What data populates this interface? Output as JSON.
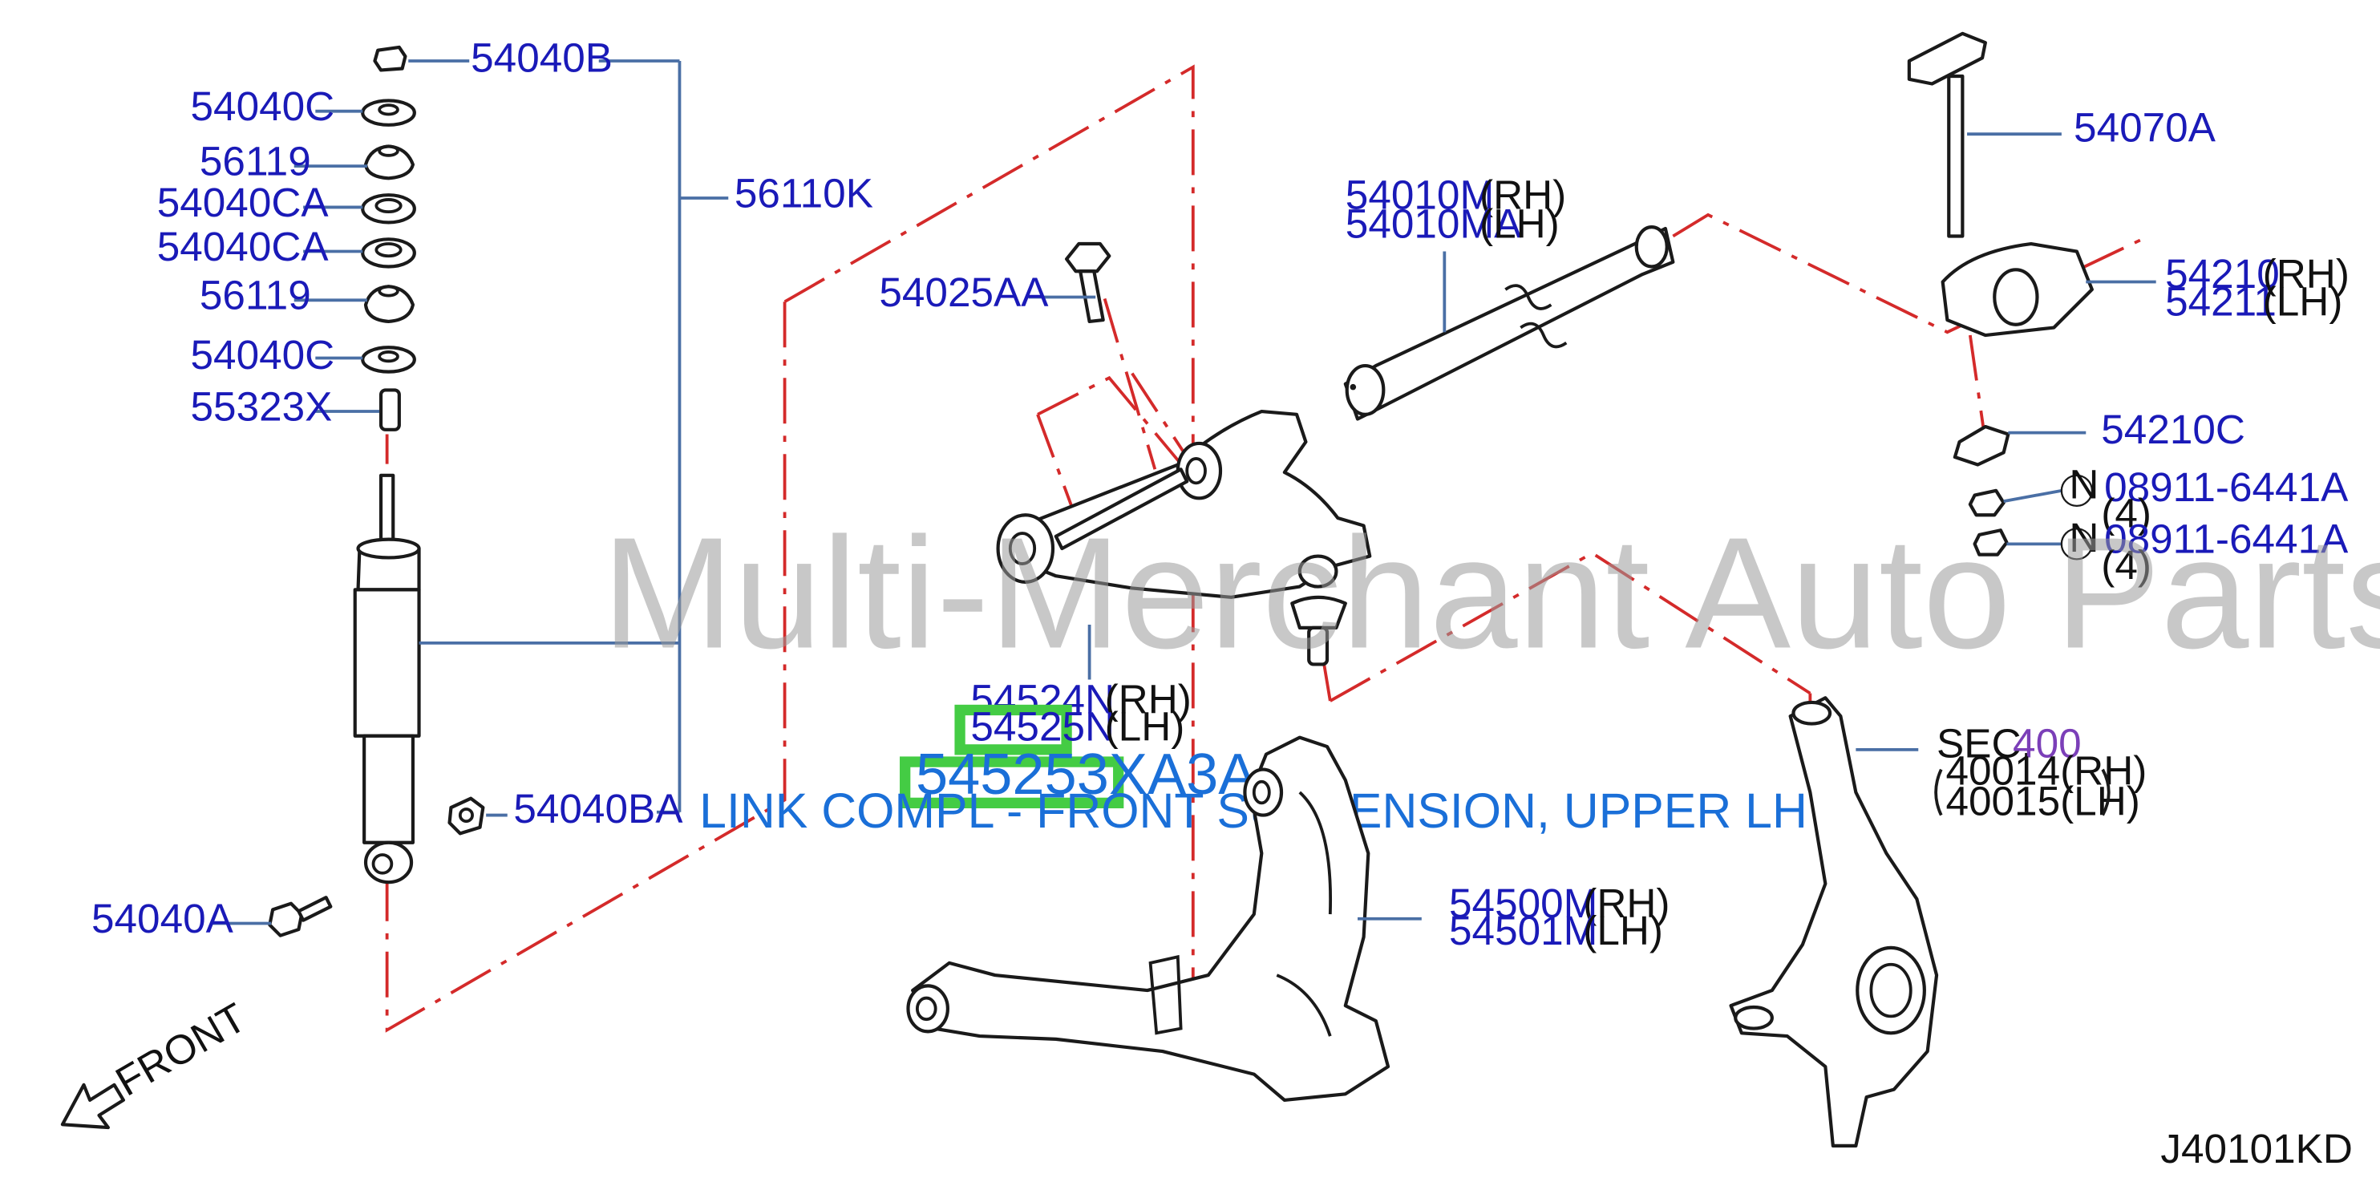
{
  "labels": {
    "p54040B": "54040B",
    "p54040C_1": "54040C",
    "p56119_1": "56119",
    "p54040CA_1": "54040CA",
    "p54040CA_2": "54040CA",
    "p56119_2": "56119",
    "p54040C_2": "54040C",
    "p55323X": "55323X",
    "p56110K": "56110K",
    "p54040BA": "54040BA",
    "p54040A": "54040A",
    "p54025AA": "54025AA",
    "p54010M": "54010M",
    "p54010MA": "54010MA",
    "p54070A": "54070A",
    "p54210": "54210",
    "p54211": "54211",
    "p54210C": "54210C",
    "p08911_1": "08911-6441A",
    "p08911_2": "08911-6441A",
    "qty_1": "(4)",
    "qty_2": "(4)",
    "n_1": "N",
    "n_2": "N",
    "p54524N": "54524N",
    "p54525N": "54525N",
    "p54500M": "54500M",
    "p54501M": "54501M",
    "sec": "SEC.",
    "sec_num": "400",
    "p40014": "40014(RH)",
    "p40015": "40015(LH)",
    "rh": "(RH)",
    "lh": "(LH)",
    "front": "FRONT",
    "diagram_code": "J40101KD"
  },
  "highlight": {
    "part_number": "545253XA3A",
    "description": "LINK COMPL - FRONT SUSPENSION, UPPER LH"
  },
  "watermark": "Multi-Merchant Auto Partstore",
  "colors": {
    "part_number_text": "#1a1ab8",
    "leader_line": "#4a6fa5",
    "centerline": "#d42a2a",
    "highlight_border": "#44cc44",
    "highlight_text": "#1a6fd8",
    "section_number": "#7b3fb8"
  }
}
